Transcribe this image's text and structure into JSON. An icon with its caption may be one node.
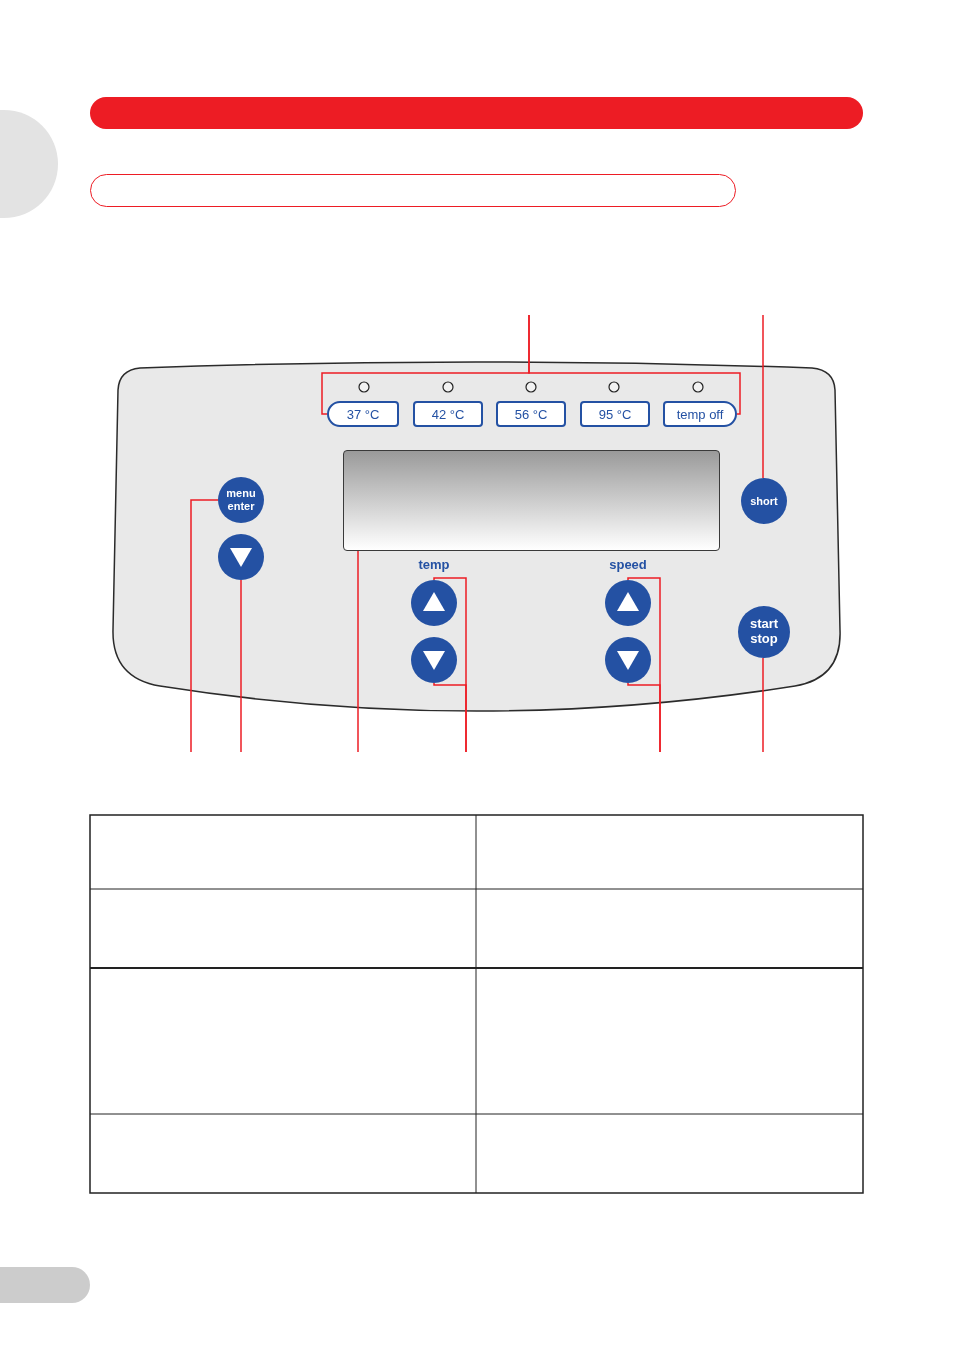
{
  "diagram": {
    "nodes": [
      {
        "text": [],
        "shape": "box"
      },
      {
        "text": [
          "37 °C"
        ],
        "in": 0
      },
      {
        "text": [
          "42 °C"
        ],
        "in": 0
      },
      {
        "text": [
          "56 °C"
        ],
        "in": 0
      },
      {
        "text": [
          "95 °C"
        ],
        "in": 0
      },
      {
        "text": [
          "temp off"
        ],
        "in": 0
      },
      {
        "text": [
          "menu enter"
        ],
        "in": 0
      },
      {
        "text": [],
        "shape": "box",
        "in": 0
      },
      {
        "text": [
          "short"
        ],
        "in": 0
      },
      {
        "text": [],
        "shape": "circle",
        "in": 0
      },
      {
        "text": [],
        "shape": "circle",
        "in": 0
      },
      {
        "text": [],
        "shape": "circle",
        "in": 0
      },
      {
        "text": [
          "start stop"
        ],
        "in": 0
      },
      {
        "text": [],
        "shape": "circle",
        "in": 0
      },
      {
        "text": [],
        "shape": "circle",
        "in": 0
      }
    ],
    "edges": [
      {
        "from": null,
        "to": 1,
        "arrow": "none"
      },
      {
        "from": null,
        "to": 5,
        "arrow": "none"
      },
      {
        "from": null,
        "to": 8,
        "arrow": "none"
      },
      {
        "from": null,
        "to": 6,
        "arrow": "none"
      },
      {
        "from": null,
        "to": 9,
        "arrow": "none"
      },
      {
        "from": null,
        "to": 7,
        "arrow": "none"
      },
      {
        "from": null,
        "to": 10,
        "arrow": "none"
      },
      {
        "from": null,
        "to": 13,
        "arrow": "none"
      },
      {
        "from": null,
        "to": 11,
        "arrow": "none"
      },
      {
        "from": null,
        "to": 14,
        "arrow": "none"
      },
      {
        "from": null,
        "to": 12,
        "arrow": "none"
      }
    ],
    "labels": [
      "temp",
      "speed"
    ]
  }
}
